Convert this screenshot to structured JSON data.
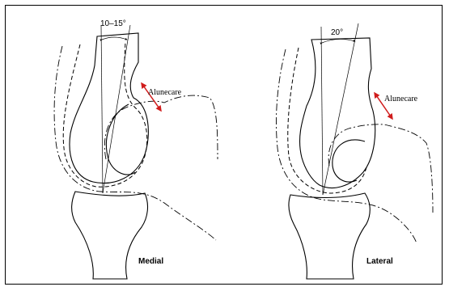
{
  "figure": {
    "medial": {
      "angle_label": "10–15°",
      "watermark": "Alunecare",
      "caption": "Medial"
    },
    "lateral": {
      "angle_label": "20°",
      "watermark": "Alunecare",
      "caption": "Lateral"
    },
    "colors": {
      "arrow": "#d01c1c",
      "line": "#000000"
    }
  }
}
